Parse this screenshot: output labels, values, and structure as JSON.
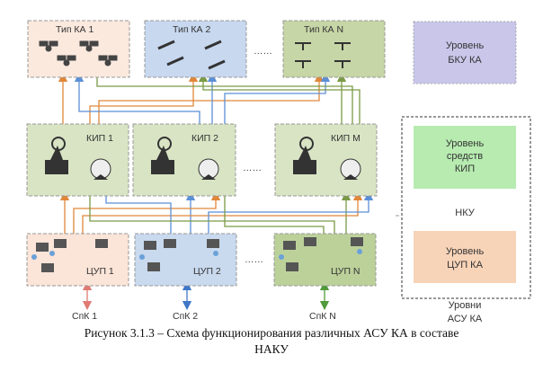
{
  "spacecraft_types": [
    {
      "label": "Тип КА 1",
      "fill": "#fbe9de"
    },
    {
      "label": "Тип КА 2",
      "fill": "#c7d8ef"
    },
    {
      "label": "Тип КА N",
      "fill": "#c6d6a6"
    }
  ],
  "measurement_points": [
    {
      "label": "КИП 1"
    },
    {
      "label": "КИП 2"
    },
    {
      "label": "КИП М"
    }
  ],
  "control_centers": [
    {
      "label": "ЦУП 1",
      "fill": "#fbe4d8"
    },
    {
      "label": "ЦУП 2",
      "fill": "#c9d9ee"
    },
    {
      "label": "ЦУП N",
      "fill": "#bcd19a"
    }
  ],
  "consumers": [
    {
      "label": "СпК 1",
      "color": "#e07a73"
    },
    {
      "label": "СпК 2",
      "color": "#3f78c8"
    },
    {
      "label": "СпК N",
      "color": "#4f9a3a"
    }
  ],
  "levels": {
    "bku": [
      "Уровень",
      "БКУ КА"
    ],
    "kip": [
      "Уровень",
      "средств",
      "КИП"
    ],
    "nku": "НКУ",
    "cup": [
      "Уровень",
      "ЦУП КА"
    ],
    "acs": [
      "Уровни",
      "АСУ КА"
    ]
  },
  "colors": {
    "orange_link": "#e0873a",
    "blue_link": "#5b8fd6",
    "green_link": "#7a9a46",
    "kip_fill": "#d8e4c4"
  },
  "caption": {
    "line1": "Рисунок 3.1.3 – Схема функционирования различных АСУ КА в составе",
    "line2": "НАКУ"
  }
}
